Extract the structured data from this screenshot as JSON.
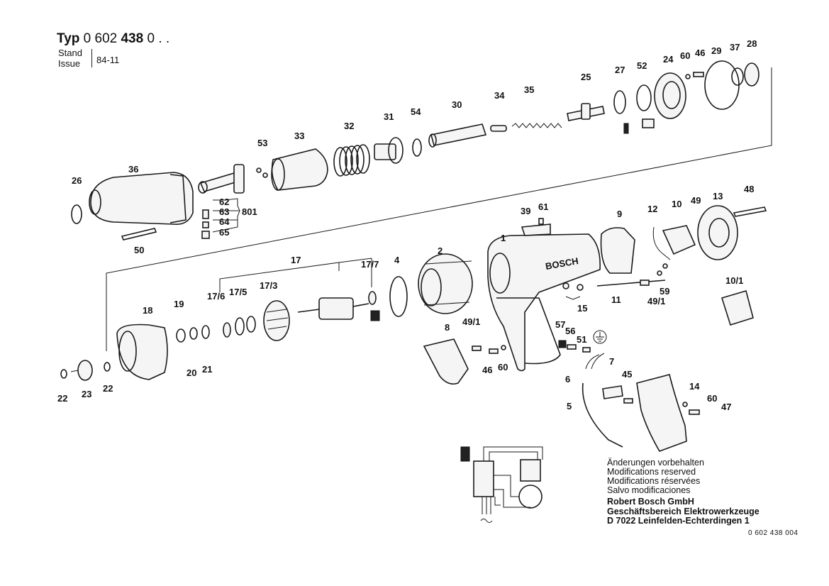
{
  "header": {
    "typ_label": "Typ",
    "typ_prefix": "0 602",
    "typ_number": "438",
    "typ_suffix": "0 . .",
    "stand_label": "Stand",
    "issue_label": "Issue",
    "date": "84-11"
  },
  "callouts": {
    "c36": "36",
    "c26": "26",
    "c50": "50",
    "c62": "62",
    "c63": "63",
    "c64": "64",
    "c65": "65",
    "c801": "801",
    "c53": "53",
    "c33": "33",
    "c32": "32",
    "c31": "31",
    "c54": "54",
    "c30": "30",
    "c34": "34",
    "c35": "35",
    "c25": "25",
    "c27": "27",
    "c52": "52",
    "c24": "24",
    "c60a": "60",
    "c46a": "46",
    "c29": "29",
    "c37": "37",
    "c28": "28",
    "c18": "18",
    "c19": "19",
    "c20": "20",
    "c21": "21",
    "c22a": "22",
    "c22b": "22",
    "c23": "23",
    "c17": "17",
    "c17_6": "17/6",
    "c17_5": "17/5",
    "c17_3": "17/3",
    "c17_7": "17/7",
    "c4": "4",
    "c2": "2",
    "c1": "1",
    "c39": "39",
    "c61": "61",
    "c9": "9",
    "c12": "12",
    "c10": "10",
    "c49": "49",
    "c13": "13",
    "c48": "48",
    "c59": "59",
    "c49_1b": "49/1",
    "c11": "11",
    "c15": "15",
    "c10_1": "10/1",
    "c8": "8",
    "c49_1a": "49/1",
    "c46b": "46",
    "c60b": "60",
    "c57": "57",
    "c56": "56",
    "c51": "51",
    "c6": "6",
    "c7": "7",
    "c5": "5",
    "c45": "45",
    "c14": "14",
    "c60c": "60",
    "c47": "47"
  },
  "brand_on_housing": "BOSCH",
  "notes": [
    "Änderungen vorbehalten",
    "Modifications reserved",
    "Modifications réservées",
    "Salvo modificaciones"
  ],
  "company": [
    "Robert Bosch GmbH",
    "Geschäftsbereich Elektrowerkzeuge",
    "D 7022 Leinfelden-Echterdingen 1"
  ],
  "document_number": "0  602  438  004",
  "icons": {
    "ground": "ground-symbol-icon",
    "ac": "ac-supply-icon"
  }
}
